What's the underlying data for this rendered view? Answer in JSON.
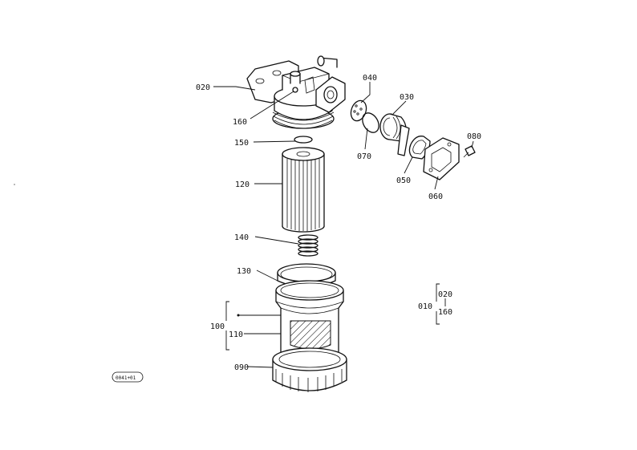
{
  "labels": {
    "p020": "020",
    "p160": "160",
    "p040": "040",
    "p030": "030",
    "p080": "080",
    "p070": "070",
    "p050": "050",
    "p060": "060",
    "p150": "150",
    "p120": "120",
    "p140": "140",
    "p130": "130",
    "p100": "100",
    "p110": "110",
    "p090": "090",
    "legend_010": "010",
    "legend_020": "020",
    "legend_160": "160",
    "stamp": "0041+01"
  }
}
